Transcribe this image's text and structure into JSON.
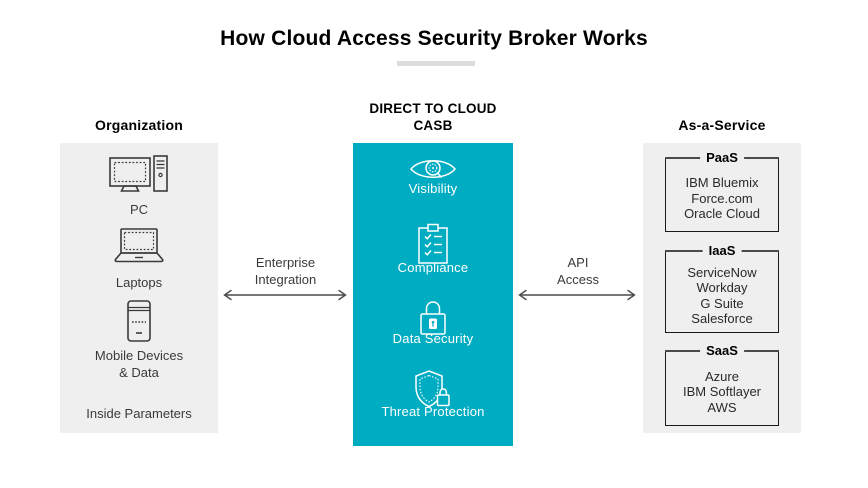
{
  "title": "How Cloud Access Security Broker Works",
  "columns": {
    "organization": {
      "header": "Organization",
      "items": [
        {
          "icon": "desktop-pc-icon",
          "label": "PC"
        },
        {
          "icon": "laptop-icon",
          "label": "Laptops"
        },
        {
          "icon": "mobile-phone-icon",
          "label_line1": "Mobile Devices",
          "label_line2": "& Data"
        }
      ],
      "footer": "Inside Parameters"
    },
    "casb": {
      "header_line1": "DIRECT TO CLOUD",
      "header_line2": "CASB",
      "items": [
        {
          "icon": "visibility-eye-icon",
          "label": "Visibility"
        },
        {
          "icon": "compliance-checklist-icon",
          "label": "Compliance"
        },
        {
          "icon": "data-security-lock-icon",
          "label": "Data Security"
        },
        {
          "icon": "threat-protection-shield-icon",
          "label": "Threat Protection"
        }
      ]
    },
    "services": {
      "header": "As-a-Service",
      "groups": [
        {
          "label": "PaaS",
          "items": [
            "IBM Bluemix",
            "Force.com",
            "Oracle Cloud"
          ]
        },
        {
          "label": "IaaS",
          "items": [
            "ServiceNow",
            "Workday",
            "G Suite",
            "Salesforce"
          ]
        },
        {
          "label": "SaaS",
          "items": [
            "Azure",
            "IBM Softlayer",
            "AWS"
          ]
        }
      ]
    }
  },
  "connectors": {
    "left": {
      "label_line1": "Enterprise",
      "label_line2": "Integration"
    },
    "right": {
      "label_line1": "API",
      "label_line2": "Access"
    }
  },
  "colors": {
    "accent_teal": "#00acc1",
    "panel_gray": "#efefef",
    "divider_gray": "#dcdcdc",
    "line_dark": "#4a4a4a"
  }
}
